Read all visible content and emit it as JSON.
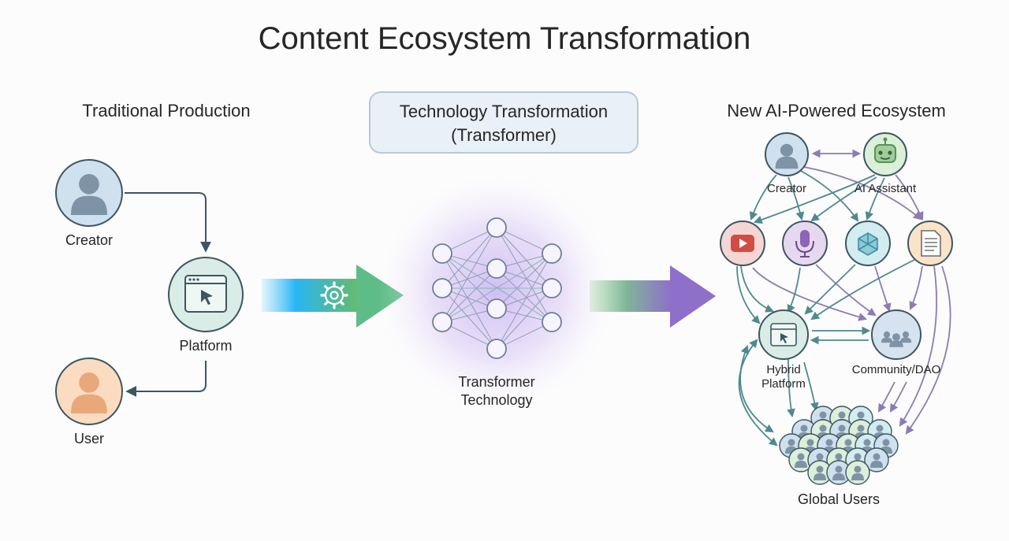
{
  "title": "Content Ecosystem Transformation",
  "sections": {
    "traditional": {
      "heading": "Traditional Production",
      "creator": "Creator",
      "platform": "Platform",
      "user": "User"
    },
    "technology": {
      "heading_line1": "Technology Transformation",
      "heading_line2": "(Transformer)",
      "caption_line1": "Transformer",
      "caption_line2": "Technology"
    },
    "ecosystem": {
      "heading": "New AI-Powered Ecosystem",
      "creator": "Creator",
      "ai_assistant": "AI Assistant",
      "hybrid_line1": "Hybrid",
      "hybrid_line2": "Platform",
      "community": "Community/DAO",
      "global_users": "Global Users"
    }
  },
  "colors": {
    "creator": "#cfe0ee",
    "ai_assistant": "#dcefd8",
    "video": "#f6d6d4",
    "audio": "#e6d8ee",
    "network": "#d3ecf0",
    "document": "#fbe3c8",
    "platform": "#d9ede6",
    "user": "#fbdcc0",
    "teal_arrow": "#4f8a8f",
    "purple_arrow": "#8d7bb5",
    "outline": "#3e5563"
  },
  "icons": {
    "creator": "person-icon",
    "platform": "browser-cursor-icon",
    "user": "person-icon",
    "gear": "gear-icon",
    "ai_assistant": "robot-icon",
    "video": "video-play-icon",
    "audio": "microphone-icon",
    "network": "cube-network-icon",
    "document": "document-icon",
    "community": "group-icon",
    "global_users": "crowd-icon"
  }
}
